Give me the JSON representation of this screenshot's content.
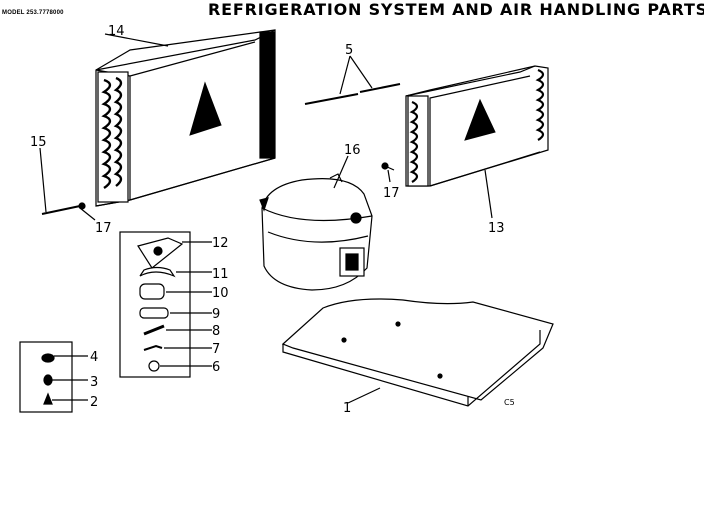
{
  "header": {
    "model": "MODEL 253.7778000",
    "title": "REFRIGERATION SYSTEM AND AIR HANDLING PARTS"
  },
  "diagram": {
    "callouts": [
      {
        "id": "c14",
        "label": "14"
      },
      {
        "id": "c15",
        "label": "15"
      },
      {
        "id": "c17a",
        "label": "17"
      },
      {
        "id": "c5",
        "label": "5"
      },
      {
        "id": "c16",
        "label": "16"
      },
      {
        "id": "c17b",
        "label": "17"
      },
      {
        "id": "c13",
        "label": "13"
      },
      {
        "id": "c12",
        "label": "12"
      },
      {
        "id": "c11",
        "label": "11"
      },
      {
        "id": "c10",
        "label": "10"
      },
      {
        "id": "c9",
        "label": "9"
      },
      {
        "id": "c8",
        "label": "8"
      },
      {
        "id": "c7",
        "label": "7"
      },
      {
        "id": "c6",
        "label": "6"
      },
      {
        "id": "c4",
        "label": "4"
      },
      {
        "id": "c3",
        "label": "3"
      },
      {
        "id": "c2",
        "label": "2"
      },
      {
        "id": "c1",
        "label": "1"
      }
    ],
    "code": "C5"
  }
}
